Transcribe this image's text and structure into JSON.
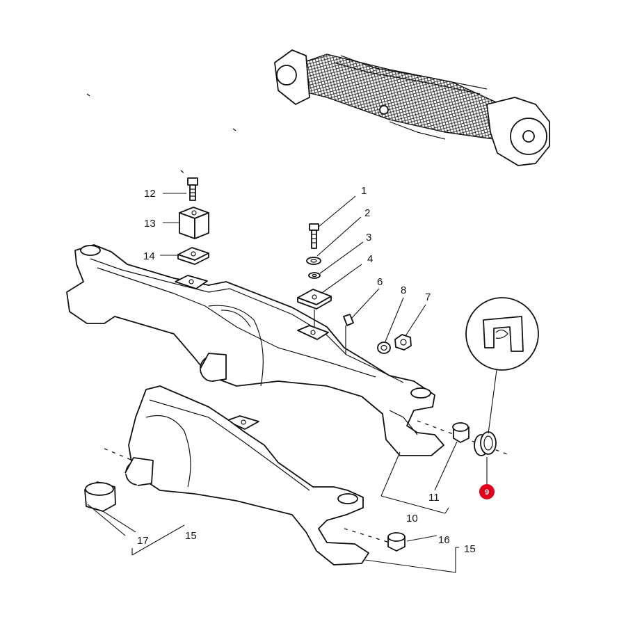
{
  "callouts": {
    "c1": "1",
    "c2": "2",
    "c3": "3",
    "c4": "4",
    "c6": "6",
    "c7": "7",
    "c8": "8",
    "c9": "9",
    "c10": "10",
    "c11": "11",
    "c12": "12",
    "c13": "13",
    "c14": "14",
    "c15a": "15",
    "c15b": "15",
    "c16": "16",
    "c17": "17"
  },
  "highlight": {
    "part": "9",
    "color": "#e0001b"
  }
}
